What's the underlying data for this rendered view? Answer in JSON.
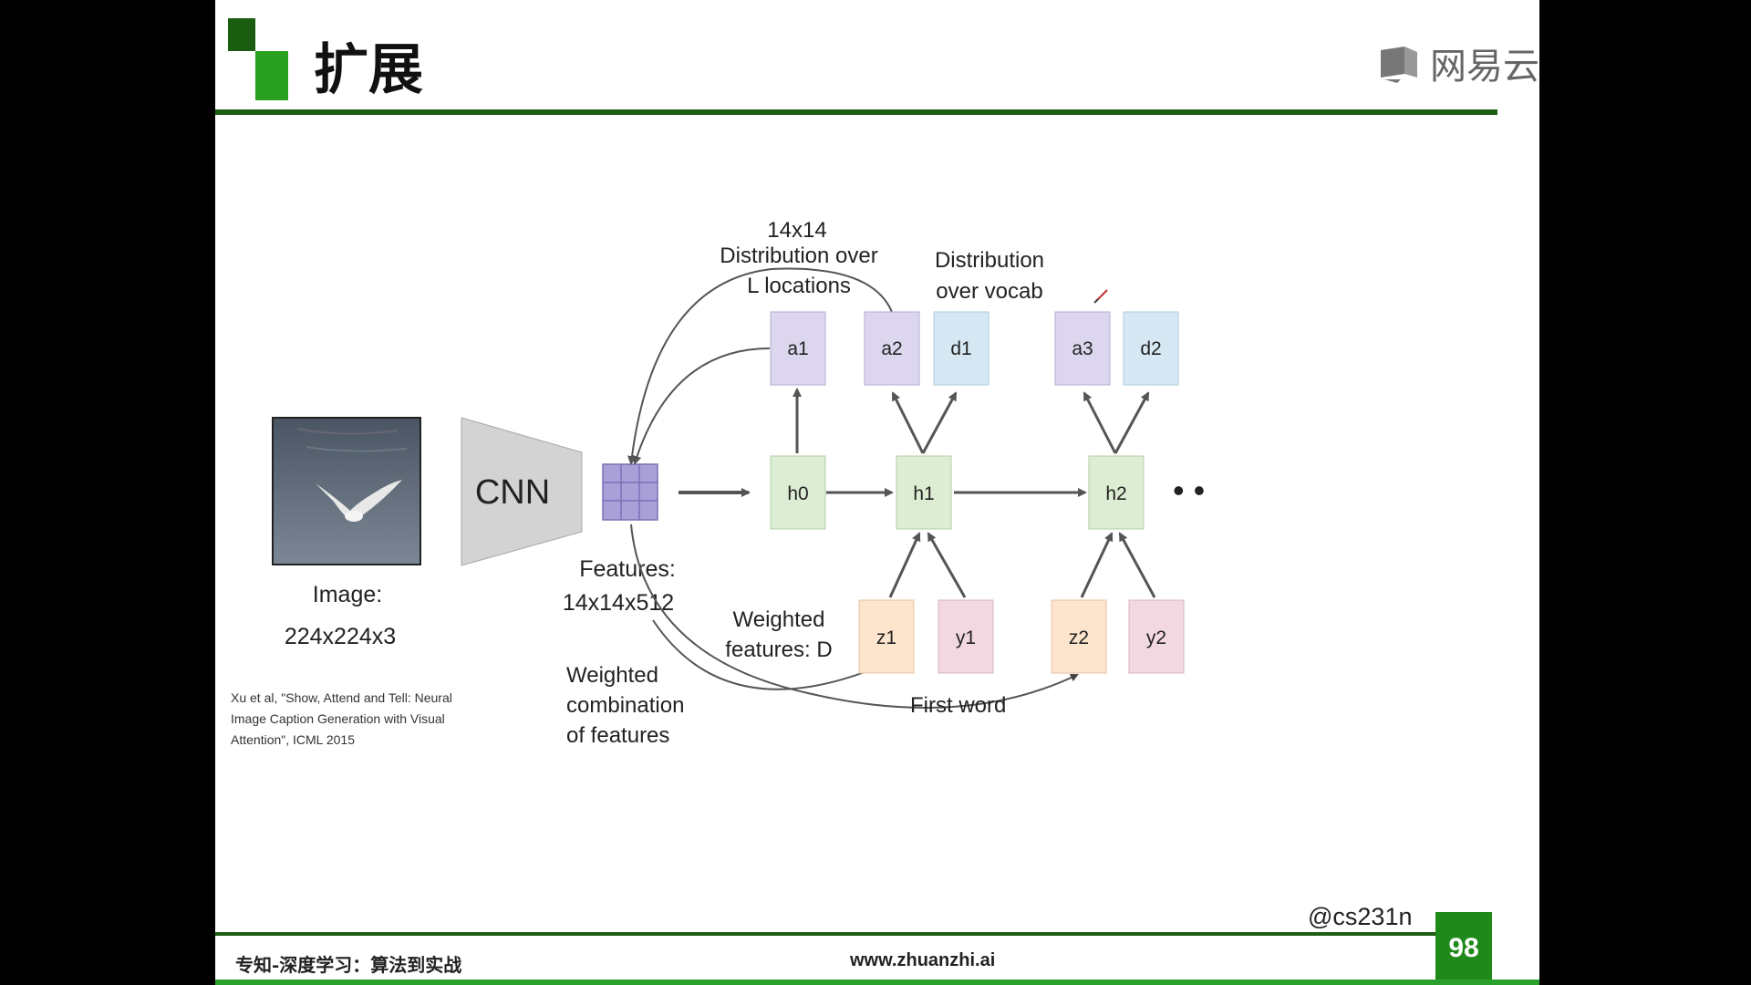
{
  "header": {
    "title": "扩展",
    "brand": "网易云"
  },
  "footer": {
    "left": "专知-深度学习：算法到实战",
    "center": "www.zhuanzhi.ai",
    "handle": "@cs231n",
    "page": "98"
  },
  "diagram": {
    "image_label": "Image:",
    "image_size": "224x224x3",
    "cnn_label": "CNN",
    "features_label": "Features:",
    "features_size": "14x14x512",
    "top_label_1": "14x14",
    "top_label_2": "Distribution over",
    "top_label_3": "L locations",
    "vocab_label_1": "Distribution",
    "vocab_label_2": "over vocab",
    "weighted_feat_1": "Weighted",
    "weighted_feat_2": "features: D",
    "weighted_comb_1": "Weighted",
    "weighted_comb_2": "combination",
    "weighted_comb_3": "of features",
    "first_word": "First word",
    "ellipsis": "• •",
    "nodes": {
      "a1": "a1",
      "a2": "a2",
      "d1": "d1",
      "a3": "a3",
      "d2": "d2",
      "h0": "h0",
      "h1": "h1",
      "h2": "h2",
      "z1": "z1",
      "y1": "y1",
      "z2": "z2",
      "y2": "y2"
    },
    "citation_1": "Xu et al, \"Show, Attend and Tell: Neural",
    "citation_2": "Image Caption Generation with Visual",
    "citation_3": "Attention\", ICML 2015"
  },
  "colors": {
    "brand_dark_green": "#1e5e12",
    "brand_green": "#2aa020",
    "a_node": "#dcd6ee",
    "d_node": "#d6e8f3",
    "h_node": "#dcedd3",
    "z_node": "#fde4cc",
    "y_node": "#f2d8e0",
    "cnn": "#d3d3d3",
    "grid": "#a9a0d8"
  }
}
